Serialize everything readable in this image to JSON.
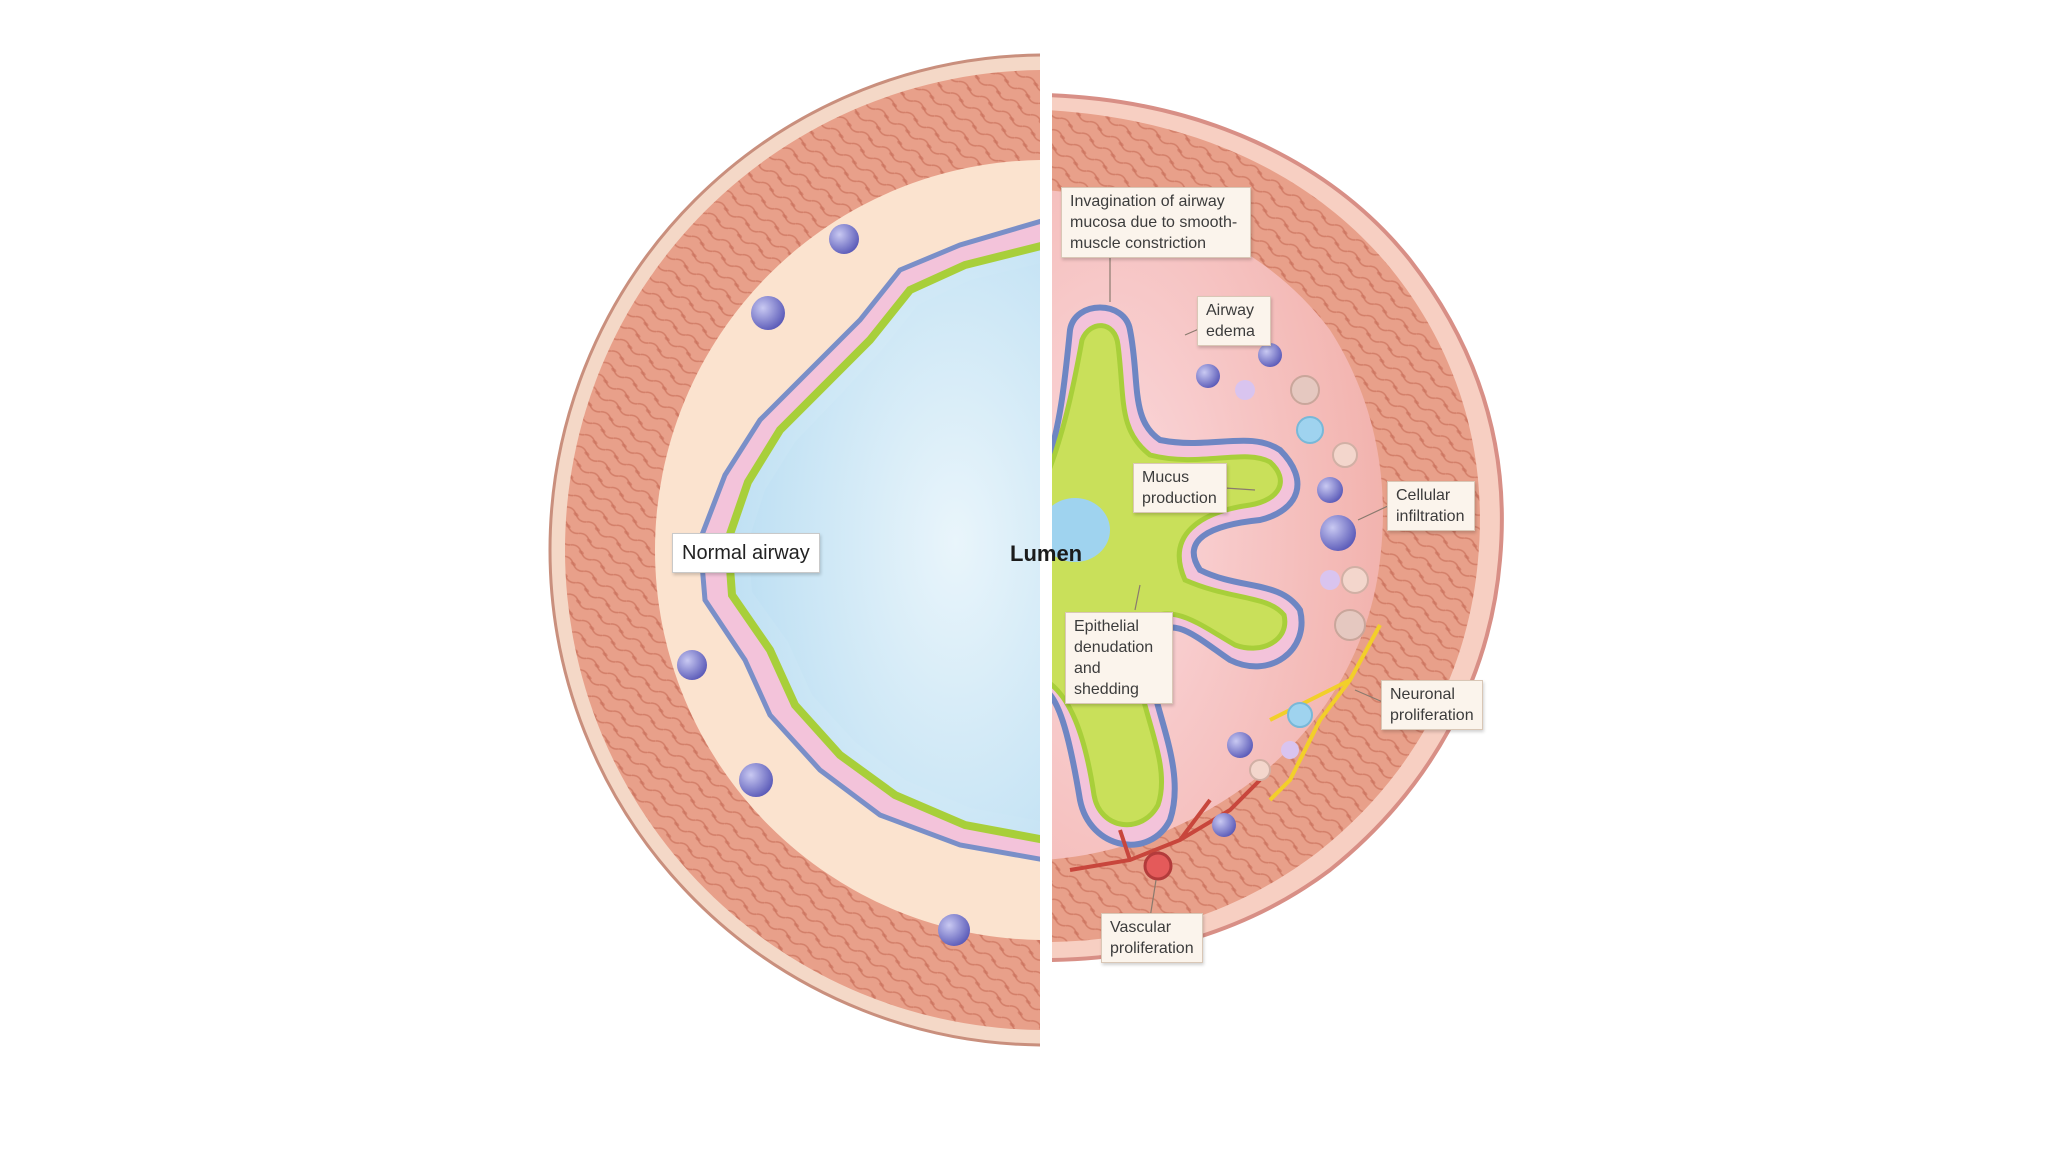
{
  "labels": {
    "normal_airway": "Normal airway",
    "lumen": "Lumen",
    "invagination": "Invagination of airway\nmucosa due to smooth-\nmuscle constriction",
    "airway_edema": "Airway\nedema",
    "mucus_production": "Mucus\nproduction",
    "cellular_infiltration": "Cellular\ninfiltration",
    "epithelial_denudation": "Epithelial\ndenudation\nand shedding",
    "neuronal_proliferation": "Neuronal\nproliferation",
    "vascular_proliferation": "Vascular\nproliferation"
  },
  "colors": {
    "muscle": "#e79a83",
    "muscle_dark": "#d9826b",
    "submucosa_normal": "#fbe3cf",
    "submucosa_inflamed": "#f6c6c0",
    "epithelium": "#f2c8dc",
    "basement_membrane": "#a8cf3a",
    "lumen": "#d6ecf8",
    "mucus": "#c9e05a",
    "nerve": "#f2cf2a",
    "vessel": "#c8463c",
    "cell_blue": "#6e6fc6"
  }
}
